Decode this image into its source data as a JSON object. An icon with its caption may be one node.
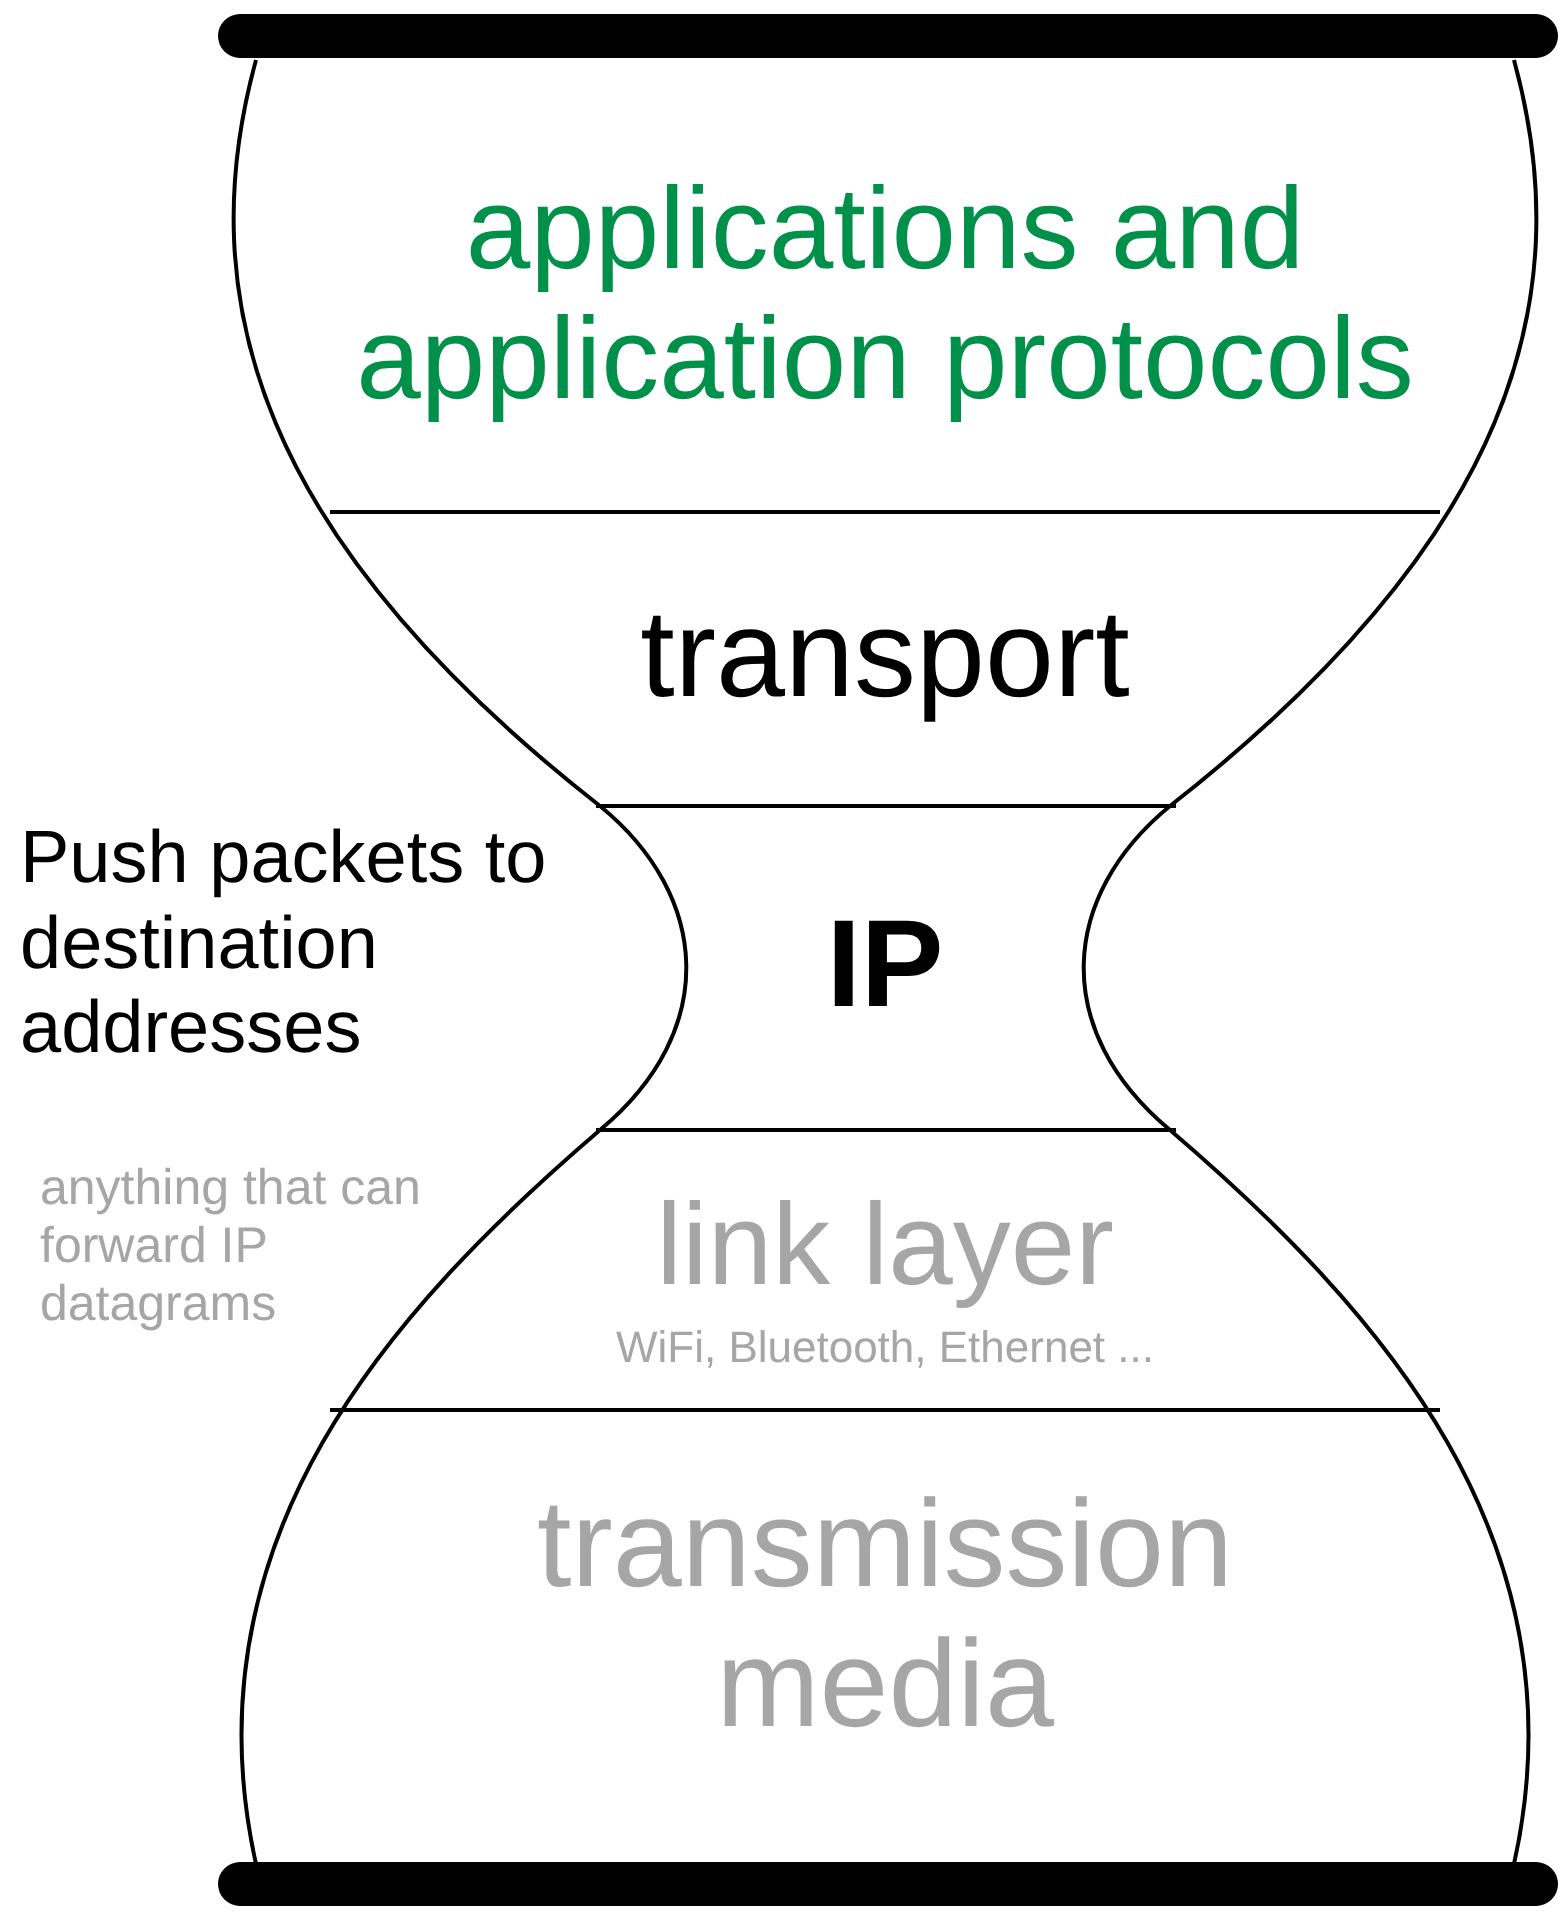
{
  "diagram": {
    "nodes": [
      {
        "text": [
          "applications and application protocols"
        ]
      },
      {
        "text": [
          "transport"
        ]
      },
      {
        "text": [
          "IP"
        ]
      },
      {
        "text": [
          "link layer",
          "WiFi, Bluetooth, Ethernet  ..."
        ]
      },
      {
        "text": [
          "transmission media"
        ]
      }
    ],
    "labels": [
      "Push packets to destination addresses",
      "anything that can forward IP datagrams"
    ]
  }
}
